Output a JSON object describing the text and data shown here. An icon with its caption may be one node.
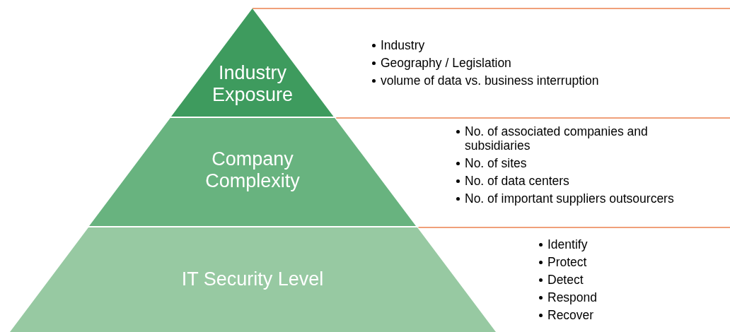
{
  "diagram": {
    "nodes": [
      {
        "text": [
          "Industry Exposure"
        ],
        "beside": [
          "Industry",
          "Geography / Legislation",
          "volume of data vs. business interruption"
        ]
      },
      {
        "text": [
          "Company Complexity"
        ],
        "beside": [
          "No. of associated companies and subsidiaries",
          "No. of sites",
          "No. of data centers",
          "No. of important suppliers outsourcers"
        ]
      },
      {
        "text": [
          "IT Security Level"
        ],
        "beside": [
          "Identify",
          "Protect",
          "Detect",
          "Respond",
          "Recover"
        ]
      }
    ],
    "edges": []
  }
}
